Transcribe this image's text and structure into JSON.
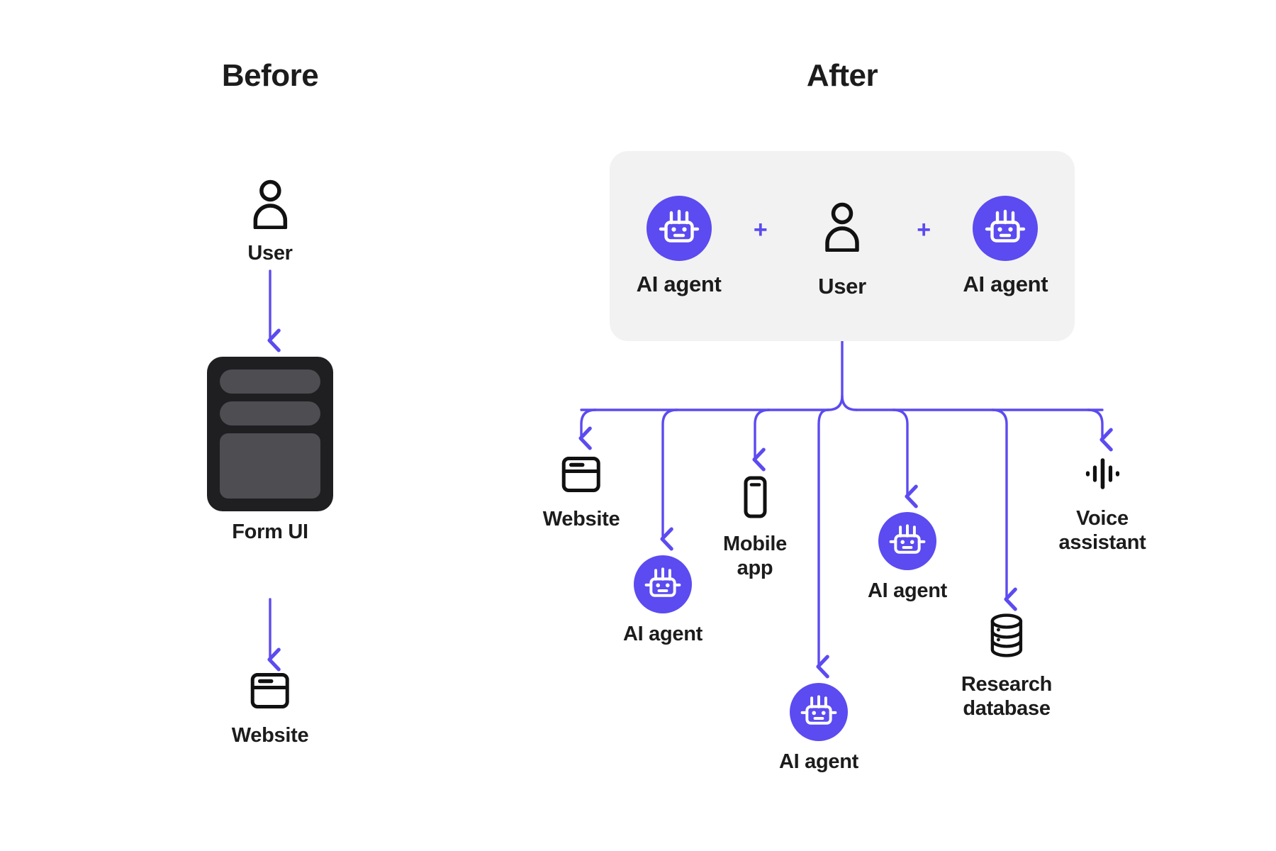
{
  "theme": {
    "accent": "#5b4bf0",
    "ink": "#1c1c1c",
    "panel_bg": "#f2f2f2",
    "form_dark": "#1f1f22",
    "form_bar": "#4d4d52",
    "page_bg": "#ffffff"
  },
  "headings": {
    "before": "Before",
    "after": "After"
  },
  "before_flow": {
    "nodes": [
      {
        "id": "user",
        "label": "User",
        "icon": "user-icon"
      },
      {
        "id": "form-ui",
        "label": "Form UI",
        "icon": "form-ui-icon"
      },
      {
        "id": "website",
        "label": "Website",
        "icon": "website-icon"
      }
    ]
  },
  "after_flow": {
    "panel": {
      "items": [
        {
          "id": "agent-left",
          "label": "AI agent",
          "icon": "robot-icon"
        },
        {
          "id": "user",
          "label": "User",
          "icon": "user-icon"
        },
        {
          "id": "agent-right",
          "label": "AI agent",
          "icon": "robot-icon"
        }
      ],
      "separator": "+"
    },
    "branches": [
      {
        "id": "website",
        "label": "Website",
        "icon": "website-icon"
      },
      {
        "id": "agent-1",
        "label": "AI agent",
        "icon": "robot-icon"
      },
      {
        "id": "mobile-app",
        "label": "Mobile\napp",
        "label_line1": "Mobile",
        "label_line2": "app",
        "icon": "mobile-app-icon"
      },
      {
        "id": "agent-2",
        "label": "AI agent",
        "icon": "robot-icon"
      },
      {
        "id": "agent-3",
        "label": "AI agent",
        "icon": "robot-icon"
      },
      {
        "id": "research-database",
        "label_line1": "Research",
        "label_line2": "database",
        "label": "Research database",
        "icon": "database-icon"
      },
      {
        "id": "voice-assistant",
        "label_line1": "Voice",
        "label_line2": "assistant",
        "label": "Voice assistant",
        "icon": "voice-assistant-icon"
      }
    ]
  }
}
